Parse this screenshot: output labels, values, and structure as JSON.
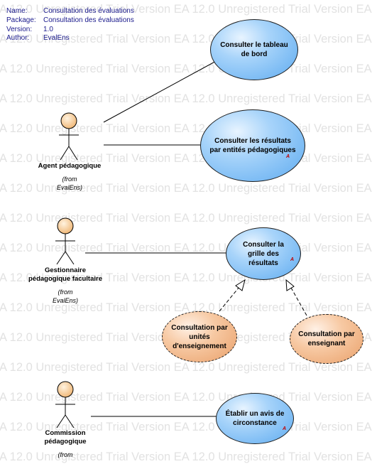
{
  "watermark": "EA 12.0 Unregistered Trial Version",
  "meta": {
    "rows": [
      {
        "key": "Name:",
        "value": "Consultation des évaluations"
      },
      {
        "key": "Package:",
        "value": "Consultation des évaluations"
      },
      {
        "key": "Version:",
        "value": "1.0"
      },
      {
        "key": "Author:",
        "value": "EvalEns"
      }
    ]
  },
  "actors": {
    "agent": {
      "label": "Agent pédagogique",
      "from1": "(from",
      "from2": "EvalEns)"
    },
    "gestionnaire": {
      "label1": "Gestionnaire",
      "label2": "pédagogique facultaire",
      "from1": "(from",
      "from2": "EvalEns)"
    },
    "commission": {
      "label1": "Commission",
      "label2": "pédagogique",
      "from1": "(from"
    }
  },
  "usecases": {
    "tableau": {
      "text": "Consulter le tableau de bord"
    },
    "entites": {
      "text": "Consulter les résultats par entités pédagogiques",
      "marker": "A"
    },
    "grille": {
      "text": "Consulter la grille des résultats",
      "marker": "A"
    },
    "unites": {
      "text": "Consultation par unités d'enseignement"
    },
    "enseignant": {
      "text": "Consultation par enseignant"
    },
    "avis": {
      "text": "Établir un avis de circonstance",
      "marker": "A"
    }
  },
  "colors": {
    "usecase_fill": "#7fbff5",
    "extension_fill": "#f1b383",
    "actor_fill": "#f8d5a8",
    "meta_text": "#1a1a8c",
    "watermark": "#e2e2e2"
  }
}
